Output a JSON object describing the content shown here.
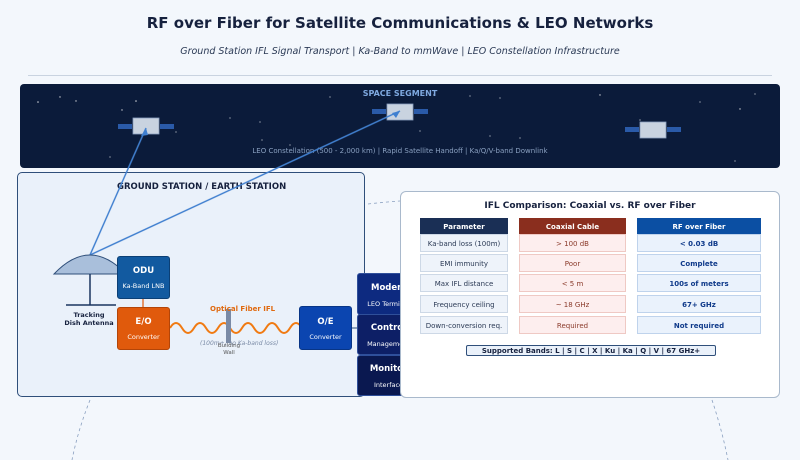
{
  "title": "RF over Fiber for Satellite Communications & LEO Networks",
  "subtitle": "Ground Station IFL Signal Transport  |  Ka-Band to mmWave  |  LEO Constellation Infrastructure",
  "space": {
    "label": "SPACE SEGMENT",
    "caption": "LEO Constellation (500 - 2,000 km)  |  Rapid Satellite Handoff  |  Ka/Q/V-band Downlink"
  },
  "ground": {
    "label": "GROUND STATION / EARTH STATION",
    "antenna_label_1": "Tracking",
    "antenna_label_2": "Dish Antenna",
    "odu": {
      "title": "ODU",
      "sub": "Ka-Band LNB"
    },
    "eo": {
      "title": "E/O",
      "sub": "Converter"
    },
    "oe": {
      "title": "O/E",
      "sub": "Converter"
    },
    "fiber_label": "Optical Fiber IFL",
    "fiber_note": "(100m+, no Ka-band loss)",
    "wall_label_1": "Building",
    "wall_label_2": "Wall",
    "modem": {
      "title": "Modem",
      "sub": "LEO Terminal"
    },
    "control": {
      "title": "Control",
      "sub": "Management"
    },
    "monitor": {
      "title": "Monitor",
      "sub": "Interface"
    }
  },
  "comparison": {
    "title": "IFL Comparison: Coaxial vs. RF over Fiber",
    "headers": [
      "Parameter",
      "Coaxial Cable",
      "RF over Fiber"
    ],
    "rows": [
      [
        "Ka-band loss (100m)",
        "> 100 dB",
        "< 0.03 dB"
      ],
      [
        "EMI immunity",
        "Poor",
        "Complete"
      ],
      [
        "Max IFL distance",
        "< 5 m",
        "100s of meters"
      ],
      [
        "Frequency ceiling",
        "~ 18 GHz",
        "67+ GHz"
      ],
      [
        "Down-conversion req.",
        "Required",
        "Not required"
      ]
    ],
    "bands": "Supported Bands: L  |  S  |  C  |  X  |  Ku  |  Ka  |  Q  |  V  |  67 GHz+"
  },
  "colors": {
    "space_bg": "#0b1b3a",
    "param_header": "#1a2f55",
    "coax_header": "#8a2e1e",
    "rof_header": "#0b4fa3",
    "fiber": "#f07a12",
    "eo_box": "#e05a0c",
    "odu_box": "#125aa0",
    "oe_box": "#0b45b0",
    "modem_box": "#0d1f66"
  }
}
